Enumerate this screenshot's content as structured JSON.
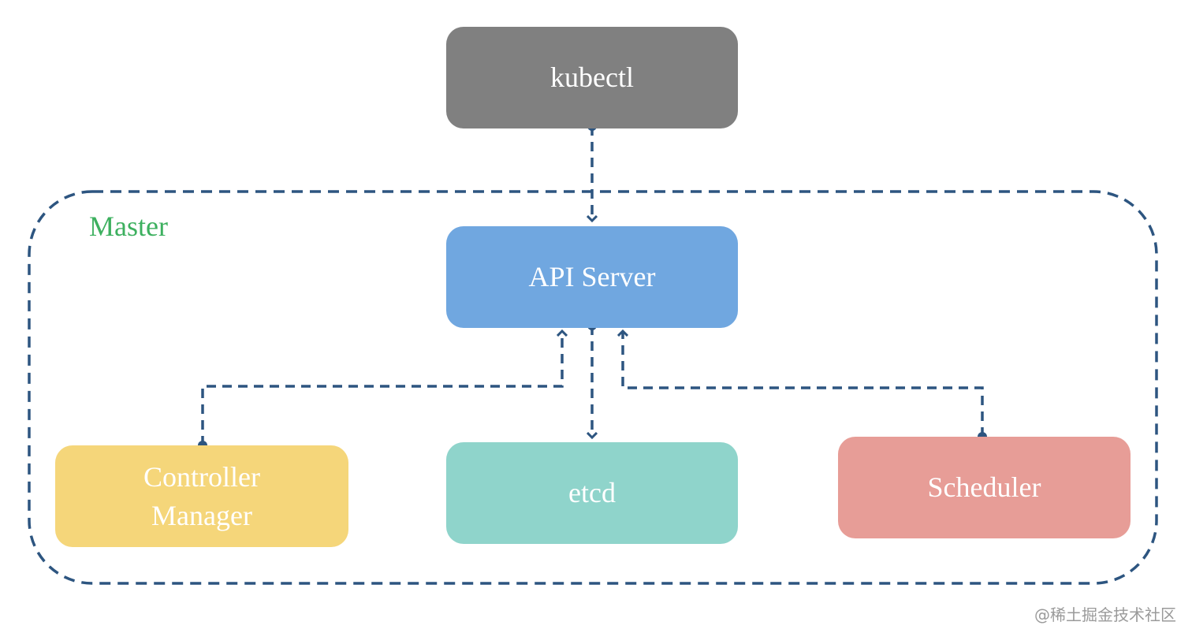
{
  "diagram": {
    "group_label": "Master",
    "nodes": {
      "kubectl": "kubectl",
      "api_server": "API Server",
      "controller_manager": [
        "Controller",
        "Manager"
      ],
      "etcd": "etcd",
      "scheduler": "Scheduler"
    },
    "colors": {
      "kubectl": "#808080",
      "api_server": "#70a7e0",
      "controller_manager": "#f5d67a",
      "etcd": "#8fd4cb",
      "scheduler": "#e79d97",
      "connector": "#2d5580",
      "group_label": "#3db05f"
    },
    "edges": [
      {
        "from": "kubectl",
        "to": "api_server",
        "style": "dashed-arrow"
      },
      {
        "from": "controller_manager",
        "to": "api_server",
        "style": "dashed-arrow"
      },
      {
        "from": "api_server",
        "to": "etcd",
        "style": "dashed-arrow"
      },
      {
        "from": "scheduler",
        "to": "api_server",
        "style": "dashed-arrow"
      }
    ]
  },
  "watermark": "@稀土掘金技术社区"
}
